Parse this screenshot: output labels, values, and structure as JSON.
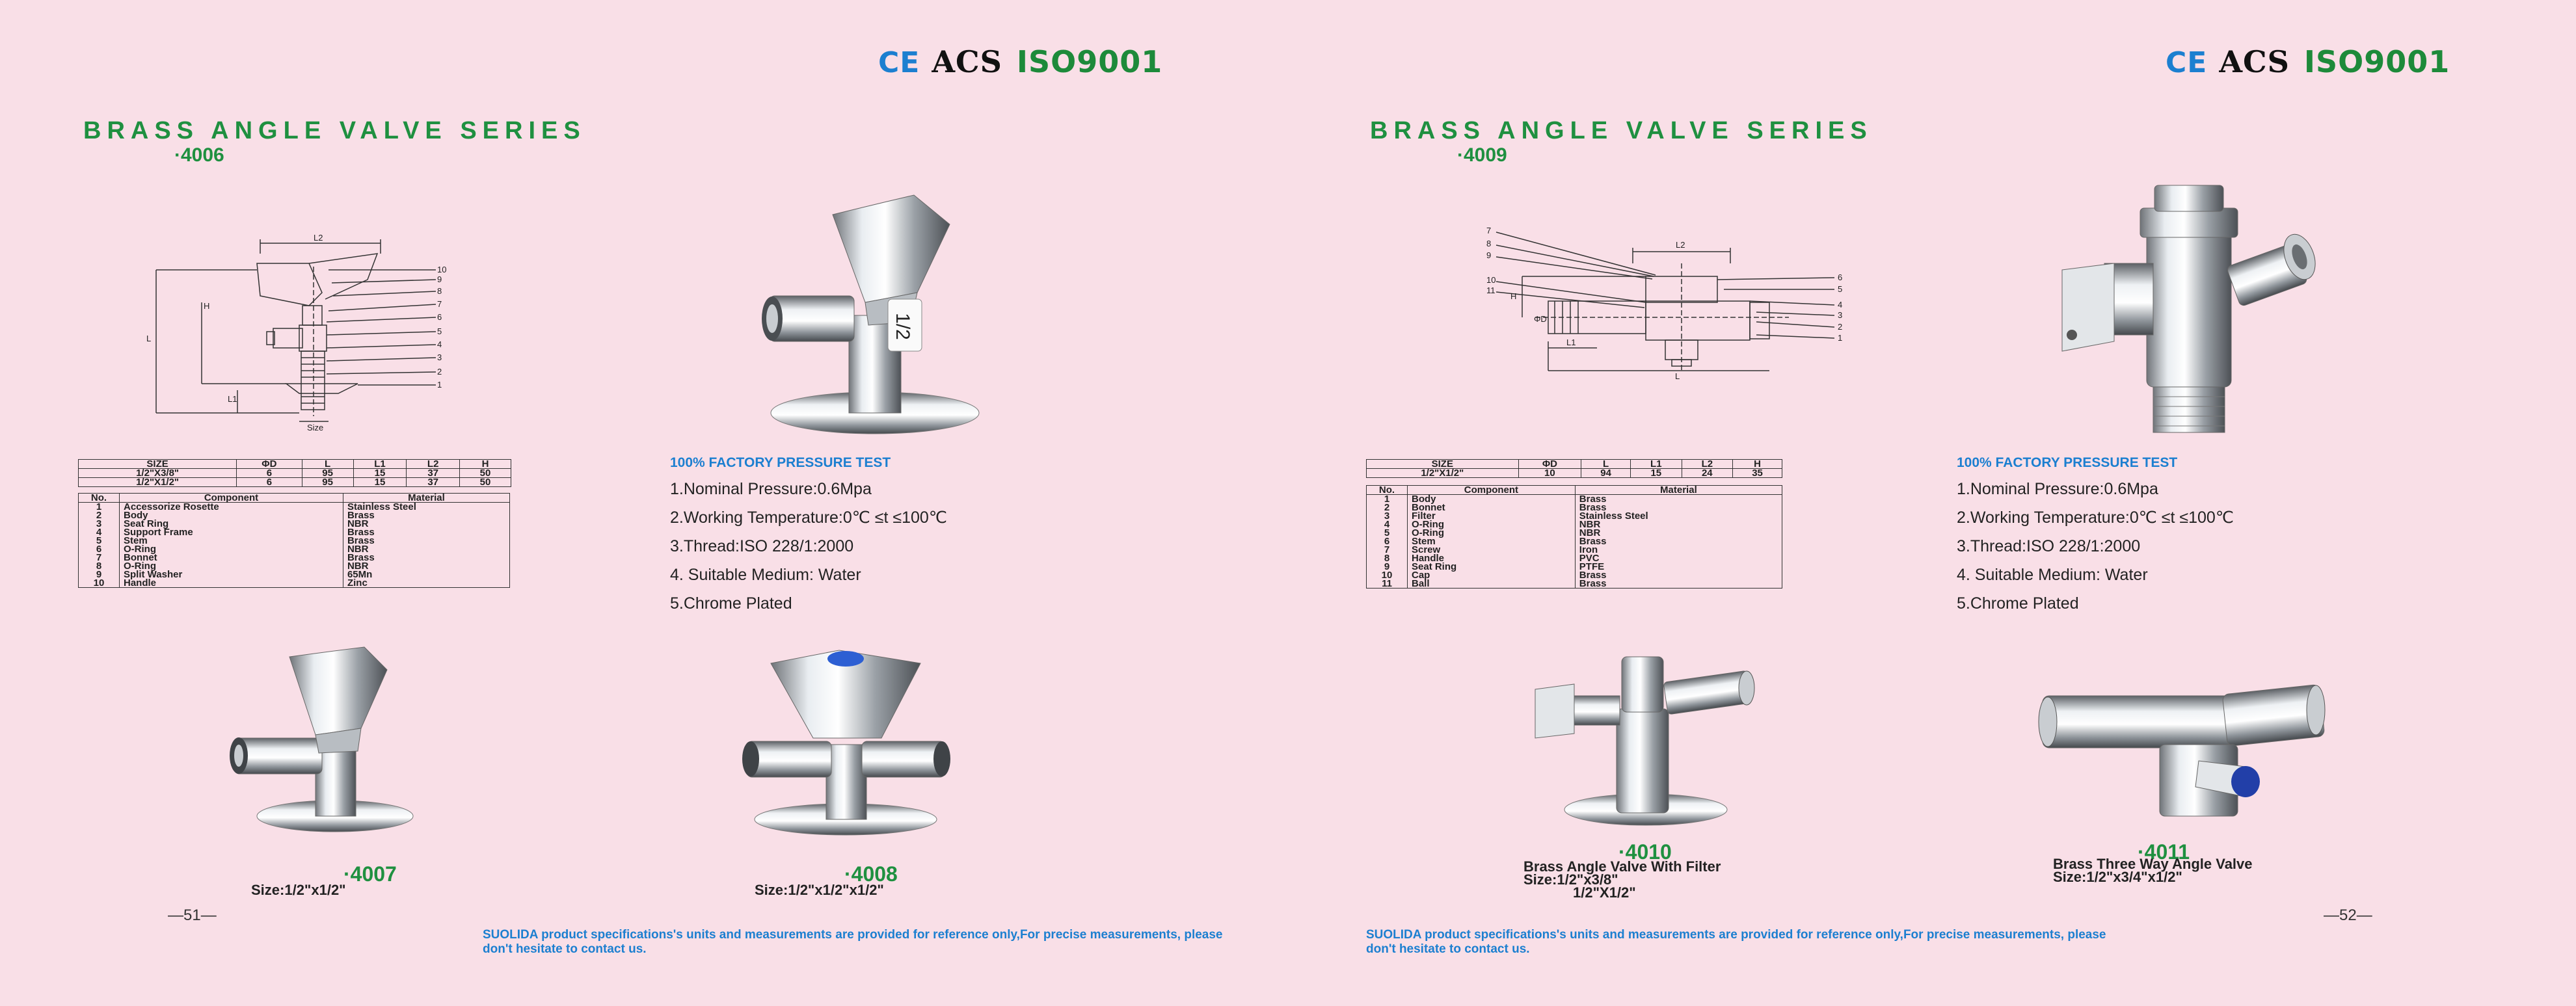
{
  "left": {
    "certs": {
      "ce": "CE",
      "acs": "ACS",
      "iso": "ISO9001"
    },
    "series_title": "BRASS ANGLE VALVE SERIES",
    "code": "4006",
    "drawing_labels": {
      "l2": "L2",
      "h": "H",
      "l": "L",
      "l1": "L1",
      "size": "Size",
      "callouts": [
        "10",
        "9",
        "8",
        "7",
        "6",
        "5",
        "4",
        "3",
        "2",
        "1"
      ]
    },
    "size_table": {
      "headers": [
        "SIZE",
        "ΦD",
        "L",
        "L1",
        "L2",
        "H"
      ],
      "rows": [
        [
          "1/2\"X3/8\"",
          "6",
          "95",
          "15",
          "37",
          "50"
        ],
        [
          "1/2\"X1/2\"",
          "6",
          "95",
          "15",
          "37",
          "50"
        ]
      ]
    },
    "component_table": {
      "headers": [
        "No.",
        "Component",
        "Material"
      ],
      "rows": [
        [
          "1",
          "Accessorize Rosette",
          "Stainless Steel"
        ],
        [
          "2",
          "Body",
          "Brass"
        ],
        [
          "3",
          "Seat Ring",
          "NBR"
        ],
        [
          "4",
          "Support Frame",
          "Brass"
        ],
        [
          "5",
          "Stem",
          "Brass"
        ],
        [
          "6",
          "O-Ring",
          "NBR"
        ],
        [
          "7",
          "Bonnet",
          "Brass"
        ],
        [
          "8",
          "O-Ring",
          "NBR"
        ],
        [
          "9",
          "Split Washer",
          "65Mn"
        ],
        [
          "10",
          "Handle",
          "Zinc"
        ]
      ]
    },
    "test_title": "100% FACTORY PRESSURE TEST",
    "features": [
      "1.Nominal Pressure:0.6Mpa",
      "2.Working Temperature:0℃ ≤t ≤100℃",
      "3.Thread:ISO 228/1:2000",
      "4. Suitable Medium: Water",
      "5.Chrome  Plated"
    ],
    "products": [
      {
        "model": "4007",
        "size": "Size:1/2\"x1/2\""
      },
      {
        "model": "4008",
        "size": "Size:1/2\"x1/2\"x1/2\""
      }
    ],
    "photo_label": "1/2",
    "page_number": "—51—",
    "note": "SUOLIDA product specifications's units and  measurements are provided for reference only,For precise measurements, please don't hesitate to contact us."
  },
  "right": {
    "certs": {
      "ce": "CE",
      "acs": "ACS",
      "iso": "ISO9001"
    },
    "series_title": "BRASS ANGLE VALVE SERIES",
    "code": "4009",
    "drawing_labels": {
      "l2": "L2",
      "h": "H",
      "l": "L",
      "l1": "L1",
      "d": "ΦD",
      "left_callouts": [
        "7",
        "8",
        "9",
        "10",
        "11"
      ],
      "right_callouts": [
        "6",
        "5",
        "4",
        "3",
        "2",
        "1"
      ]
    },
    "size_table": {
      "headers": [
        "SIZE",
        "ΦD",
        "L",
        "L1",
        "L2",
        "H"
      ],
      "rows": [
        [
          "1/2\"X1/2\"",
          "10",
          "94",
          "15",
          "24",
          "35"
        ]
      ]
    },
    "component_table": {
      "headers": [
        "No.",
        "Component",
        "Material"
      ],
      "rows": [
        [
          "1",
          "Body",
          "Brass"
        ],
        [
          "2",
          "Bonnet",
          "Brass"
        ],
        [
          "3",
          "Filter",
          "Stainless Steel"
        ],
        [
          "4",
          "O-Ring",
          "NBR"
        ],
        [
          "5",
          "O-Ring",
          "NBR"
        ],
        [
          "6",
          "Stem",
          "Brass"
        ],
        [
          "7",
          "Screw",
          "Iron"
        ],
        [
          "8",
          "Handle",
          "PVC"
        ],
        [
          "9",
          "Seat Ring",
          "PTFE"
        ],
        [
          "10",
          "Cap",
          "Brass"
        ],
        [
          "11",
          "Ball",
          "Brass"
        ]
      ]
    },
    "test_title": "100% FACTORY PRESSURE TEST",
    "features": [
      "1.Nominal Pressure:0.6Mpa",
      "2.Working Temperature:0℃ ≤t ≤100℃",
      "3.Thread:ISO 228/1:2000",
      "4. Suitable Medium: Water",
      "5.Chrome  Plated"
    ],
    "products": [
      {
        "model": "4010",
        "name": "Brass Angle Valve With Filter",
        "size": "Size:1/2\"x3/8\"",
        "size2": "1/2\"X1/2\""
      },
      {
        "model": "4011",
        "name": "Brass Three Way Angle Valve",
        "size": "Size:1/2\"x3/4\"x1/2\""
      }
    ],
    "page_number": "—52—",
    "note": "SUOLIDA product specifications's units and  measurements are provided for reference only,For precise measurements, please don't hesitate to contact us."
  },
  "colors": {
    "background": "#f9dfe7",
    "green": "#1f9040",
    "blue": "#1c7fd0"
  }
}
